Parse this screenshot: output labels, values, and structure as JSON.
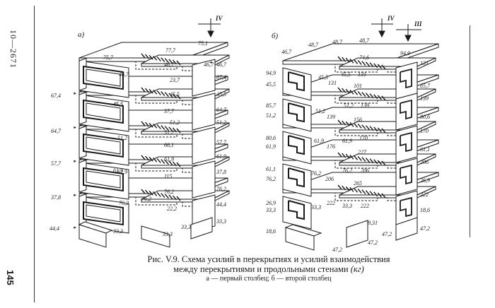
{
  "sidebar": {
    "code": "10—2671",
    "page_number": "145"
  },
  "figure_a": {
    "label": "а)",
    "arrow_label": "IV",
    "labels_left": [
      "67,4",
      "64,7",
      "57,7",
      "37,8",
      "44,4"
    ],
    "labels_top": [
      "75,7",
      "77,7",
      "75,1",
      "46,7",
      "46,7"
    ],
    "labels_center": [
      "46,7",
      "23,7",
      "45,5",
      "45,5",
      "37,7",
      "51,2",
      "51,2",
      "66,1",
      "61,9",
      "61,9",
      "115",
      "76,2",
      "76,2",
      "22,2"
    ],
    "labels_panels": [
      "45,5",
      "51,2",
      "61,9",
      "76,2"
    ],
    "labels_right": [
      "46,7",
      "67,4",
      "45,5",
      "64,7",
      "51,2",
      "57,7",
      "61,9",
      "37,8",
      "76,2",
      "44,4",
      "33,3"
    ],
    "labels_bottom": [
      "33,3",
      "33,3",
      "33,3"
    ]
  },
  "figure_b": {
    "label": "б)",
    "arrow_labels": [
      "IV",
      "III"
    ],
    "labels_top": [
      "46,7",
      "48,7",
      "48,7",
      "48,7",
      "74,6",
      "94,9"
    ],
    "labels_left": [
      "94,9",
      "45,5",
      "85,7",
      "51,2",
      "80,6",
      "61,9",
      "61,1",
      "76,2",
      "26,9",
      "33,3",
      "18,6"
    ],
    "labels_center": [
      "45,5",
      "131",
      "45,5",
      "131",
      "101",
      "51,2",
      "139",
      "51,2",
      "139",
      "156",
      "61,9",
      "176",
      "61,9",
      "170",
      "227",
      "76,2",
      "206",
      "76,2",
      "206",
      "265",
      "33,3",
      "222",
      "33,3",
      "222",
      "9,31"
    ],
    "labels_right": [
      "131",
      "85,7",
      "139",
      "80,6",
      "170",
      "61,1",
      "206",
      "26,9",
      "222",
      "18,6",
      "47,2"
    ],
    "labels_bottom": [
      "47,2",
      "47,2",
      "47,2"
    ]
  },
  "caption": {
    "line1": "Рис. V.9. Схема усилий в перекрытиях и усилий взаимодействия",
    "line2_pre": "между перекрытиями и продольными стенами ",
    "line2_unit": "(кг)",
    "line3": "а — первый столбец; б — второй столбец"
  }
}
